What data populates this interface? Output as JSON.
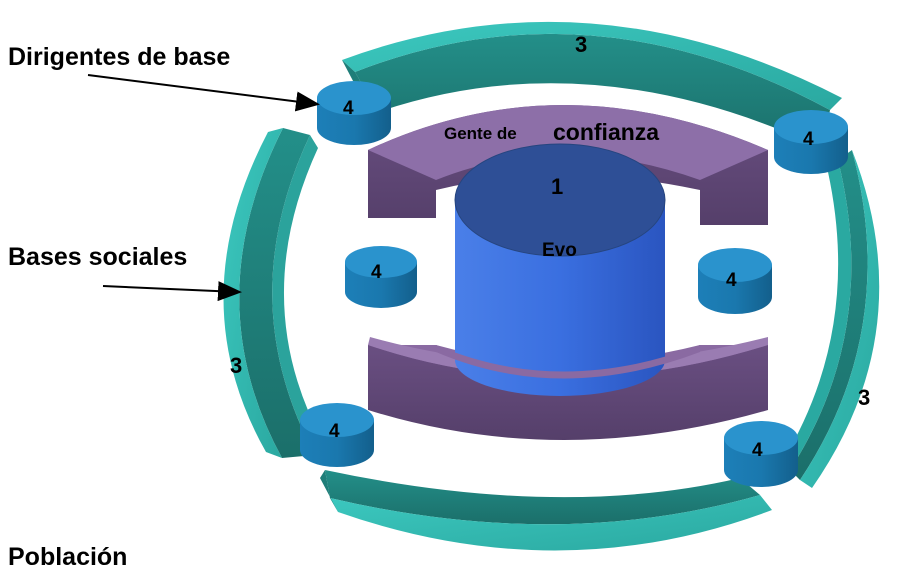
{
  "labels": {
    "dirigentes": "Dirigentes de base",
    "bases": "Bases sociales",
    "poblacion": "Población"
  },
  "center": {
    "number": "1",
    "name": "Evo"
  },
  "inner_ring": {
    "label_small": "Gente de",
    "label_large": "confianza"
  },
  "outer_ring": {
    "top": "3",
    "left": "3",
    "right": "3"
  },
  "pucks": {
    "top_left": "4",
    "top_right": "4",
    "mid_left": "4",
    "mid_right": "4",
    "bottom_left": "4",
    "bottom_right": "4"
  },
  "colors": {
    "teal": "#2fb5ad",
    "purple": "#8e6ea6",
    "blue_cylinder": "#3b6fe0",
    "puck_blue": "#1f86c2"
  }
}
